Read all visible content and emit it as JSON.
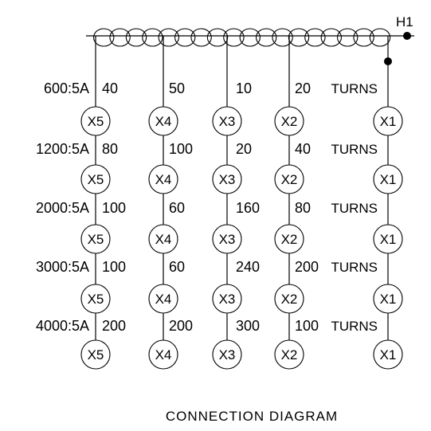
{
  "diagram": {
    "primary_terminal": "H1",
    "title": "CONNECTION DIAGRAM",
    "taps": [
      {
        "ratio": "600:5A",
        "turns": [
          "40",
          "50",
          "10",
          "20"
        ],
        "turns_label": "TURNS"
      },
      {
        "ratio": "1200:5A",
        "turns": [
          "80",
          "100",
          "20",
          "40"
        ],
        "turns_label": "TURNS"
      },
      {
        "ratio": "2000:5A",
        "turns": [
          "100",
          "60",
          "160",
          "80"
        ],
        "turns_label": "TURNS"
      },
      {
        "ratio": "3000:5A",
        "turns": [
          "100",
          "60",
          "240",
          "200"
        ],
        "turns_label": "TURNS"
      },
      {
        "ratio": "4000:5A",
        "turns": [
          "200",
          "200",
          "300",
          "100"
        ],
        "turns_label": "TURNS"
      }
    ],
    "terminals": [
      "X5",
      "X4",
      "X3",
      "X2",
      "X1"
    ]
  }
}
